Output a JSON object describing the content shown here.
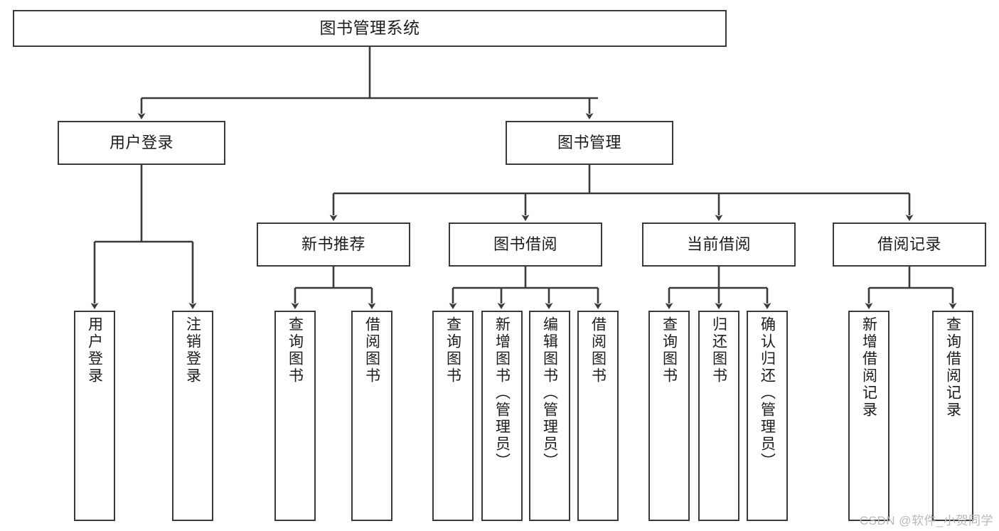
{
  "diagram": {
    "title": "图书管理系统",
    "type": "tree-functional-decomposition",
    "watermark": "CSDN @软件_小贺同学",
    "colors": {
      "stroke": "#3a3a3a",
      "fill": "#ffffff",
      "text": "#1c1c1c",
      "watermark": "#b9b9b9"
    },
    "nodes": {
      "root": {
        "label": "图书管理系统"
      },
      "level2": [
        {
          "id": "user-login",
          "label": "用户登录"
        },
        {
          "id": "book-management",
          "label": "图书管理"
        }
      ],
      "level3": [
        {
          "id": "new-book-recommend",
          "label": "新书推荐"
        },
        {
          "id": "book-borrow",
          "label": "图书借阅"
        },
        {
          "id": "current-borrow",
          "label": "当前借阅"
        },
        {
          "id": "borrow-record",
          "label": "借阅记录"
        }
      ],
      "leaves": [
        {
          "id": "leaf-user-login",
          "label": "用户登录"
        },
        {
          "id": "leaf-logout",
          "label": "注销登录"
        },
        {
          "id": "leaf-query-book-1",
          "label": "查询图书"
        },
        {
          "id": "leaf-borrow-book-1",
          "label": "借阅图书"
        },
        {
          "id": "leaf-query-book-2",
          "label": "查询图书"
        },
        {
          "id": "leaf-add-book",
          "label": "新增图书（管理员）"
        },
        {
          "id": "leaf-edit-book",
          "label": "编辑图书（管理员）"
        },
        {
          "id": "leaf-borrow-book-2",
          "label": "借阅图书"
        },
        {
          "id": "leaf-query-book-3",
          "label": "查询图书"
        },
        {
          "id": "leaf-return-book",
          "label": "归还图书"
        },
        {
          "id": "leaf-confirm-return",
          "label": "确认归还（管理员）"
        },
        {
          "id": "leaf-add-record",
          "label": "新增借阅记录"
        },
        {
          "id": "leaf-query-record",
          "label": "查询借阅记录"
        }
      ]
    },
    "edges": [
      {
        "from": "root",
        "to": "user-login"
      },
      {
        "from": "root",
        "to": "book-management"
      },
      {
        "from": "user-login",
        "to": "leaf-user-login"
      },
      {
        "from": "user-login",
        "to": "leaf-logout"
      },
      {
        "from": "book-management",
        "to": "new-book-recommend"
      },
      {
        "from": "book-management",
        "to": "book-borrow"
      },
      {
        "from": "book-management",
        "to": "current-borrow"
      },
      {
        "from": "book-management",
        "to": "borrow-record"
      },
      {
        "from": "new-book-recommend",
        "to": "leaf-query-book-1"
      },
      {
        "from": "new-book-recommend",
        "to": "leaf-borrow-book-1"
      },
      {
        "from": "book-borrow",
        "to": "leaf-query-book-2"
      },
      {
        "from": "book-borrow",
        "to": "leaf-add-book"
      },
      {
        "from": "book-borrow",
        "to": "leaf-edit-book"
      },
      {
        "from": "book-borrow",
        "to": "leaf-borrow-book-2"
      },
      {
        "from": "current-borrow",
        "to": "leaf-query-book-3"
      },
      {
        "from": "current-borrow",
        "to": "leaf-return-book"
      },
      {
        "from": "current-borrow",
        "to": "leaf-confirm-return"
      },
      {
        "from": "borrow-record",
        "to": "leaf-add-record"
      },
      {
        "from": "borrow-record",
        "to": "leaf-query-record"
      }
    ]
  }
}
